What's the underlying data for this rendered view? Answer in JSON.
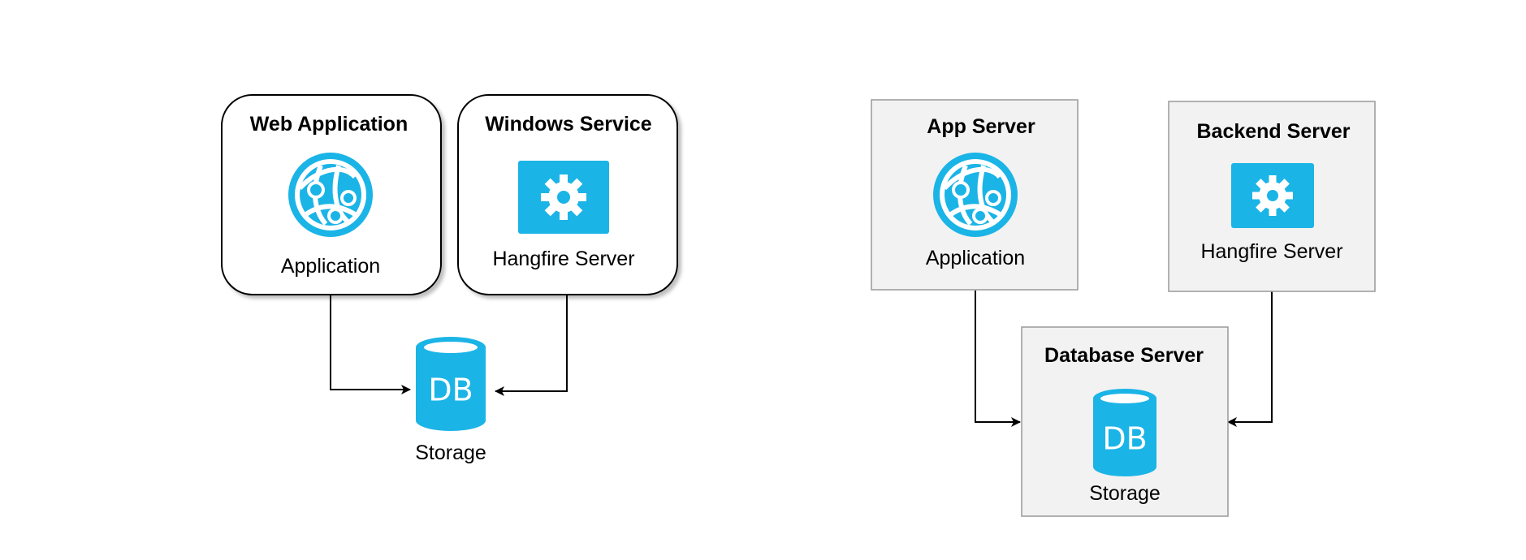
{
  "colors": {
    "icon_blue": "#1bb4e6",
    "box_fill": "#f2f2f2",
    "box_border": "#999999",
    "line": "#000000"
  },
  "left_diagram": {
    "web_application": {
      "title": "Web Application",
      "icon": "web-app-globe-icon",
      "label": "Application"
    },
    "windows_service": {
      "title": "Windows Service",
      "icon": "gear-service-icon",
      "label": "Hangfire Server"
    },
    "storage": {
      "icon": "database-icon",
      "icon_text": "DB",
      "label": "Storage"
    }
  },
  "right_diagram": {
    "app_server": {
      "title": "App Server",
      "icon": "web-app-globe-icon",
      "label": "Application"
    },
    "backend_server": {
      "title": "Backend Server",
      "icon": "gear-service-icon",
      "label": "Hangfire Server"
    },
    "database_server": {
      "title": "Database Server",
      "icon": "database-icon",
      "icon_text": "DB",
      "label": "Storage"
    }
  }
}
